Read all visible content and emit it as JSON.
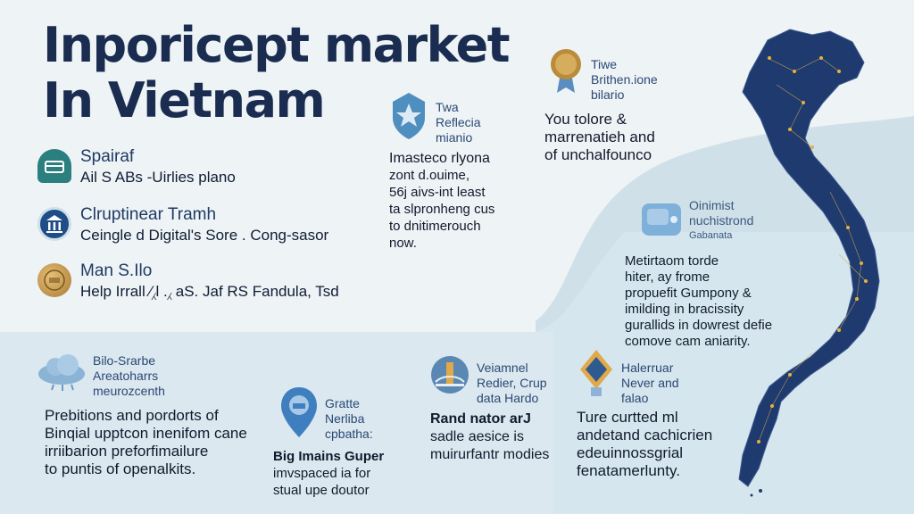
{
  "title": {
    "line1": "Inporicept market",
    "line2": "In Vietnam"
  },
  "left_items": [
    {
      "icon": "card-icon",
      "heading": "Spairaf",
      "sub": "Ail S ABs -Uirlies plano"
    },
    {
      "icon": "bank-icon",
      "heading": "Clruptinear Tramh",
      "sub": "Ceingle d Digital's Sore . Cong-sasor"
    },
    {
      "icon": "coin-icon",
      "heading": "Man S.Ilo",
      "sub": "Help Irrall ⁄⁁l .⁁ aS. Jaf RS Fandula, Tsd"
    }
  ],
  "center_block": {
    "icon": "shield-star-icon",
    "head_lines": [
      "Twa",
      "Reflecia",
      "mianio"
    ],
    "body_lines": [
      "Imasteco rlyona",
      "zont d.ouime,",
      "56j aivs-int least",
      "ta slpronheng cus",
      "to dnitimerouch",
      "now."
    ]
  },
  "top_right_block": {
    "icon": "medal-icon",
    "head_lines": [
      "Tiwe",
      "Brithen.ione",
      "bilario"
    ],
    "body_lines": [
      "You tolore &",
      "marrenatieh and",
      "of unchalfounco"
    ]
  },
  "map_block": {
    "icon": "wallet-icon",
    "head_lines": [
      "Oinimist",
      "nuchistrond",
      "Gabanata"
    ],
    "body_lines": [
      "Metirtaom torde",
      "hiter, ay frome",
      "propuefit Gumpony &",
      "imilding in bracissity",
      "gurallids in dowrest defie",
      "comove cam aniarity."
    ]
  },
  "bottom_items": [
    {
      "icon": "cloud-icon",
      "head_lines": [
        "Bilo-Srarbe",
        "Areatoharrs",
        "meurozcenth"
      ],
      "body_lines": [
        "Prebitions and pordorts of",
        "Binqial upptcon inenifom cane",
        "irriibarion preforfimailure",
        "to puntis of openalkits."
      ]
    },
    {
      "icon": "location-pin-icon",
      "head_lines": [
        "Gratte",
        "Nerliba",
        "cpbatha:"
      ],
      "body_lines": [
        "Big Imains Guper",
        "imvspaced ia for",
        "stual upe doutor"
      ]
    },
    {
      "icon": "bridge-icon",
      "head_lines": [
        "Veiamnel",
        "Redier, Crup",
        "data Hardo"
      ],
      "body_lines": [
        "Rand nator arJ",
        "sadle aesice is",
        "muirurfantr modies"
      ]
    },
    {
      "icon": "lantern-icon",
      "head_lines": [
        "Halerruar",
        "Never and",
        "falao"
      ],
      "body_lines": [
        "Ture curtted ml",
        "andetand cachicrien",
        "edeuinnossgrial",
        "fenatamerlunty."
      ]
    }
  ],
  "colors": {
    "navy": "#1a2c4f",
    "map_fill": "#1f3a6e",
    "gold": "#e8b23a",
    "wave": "#c9dde6"
  }
}
